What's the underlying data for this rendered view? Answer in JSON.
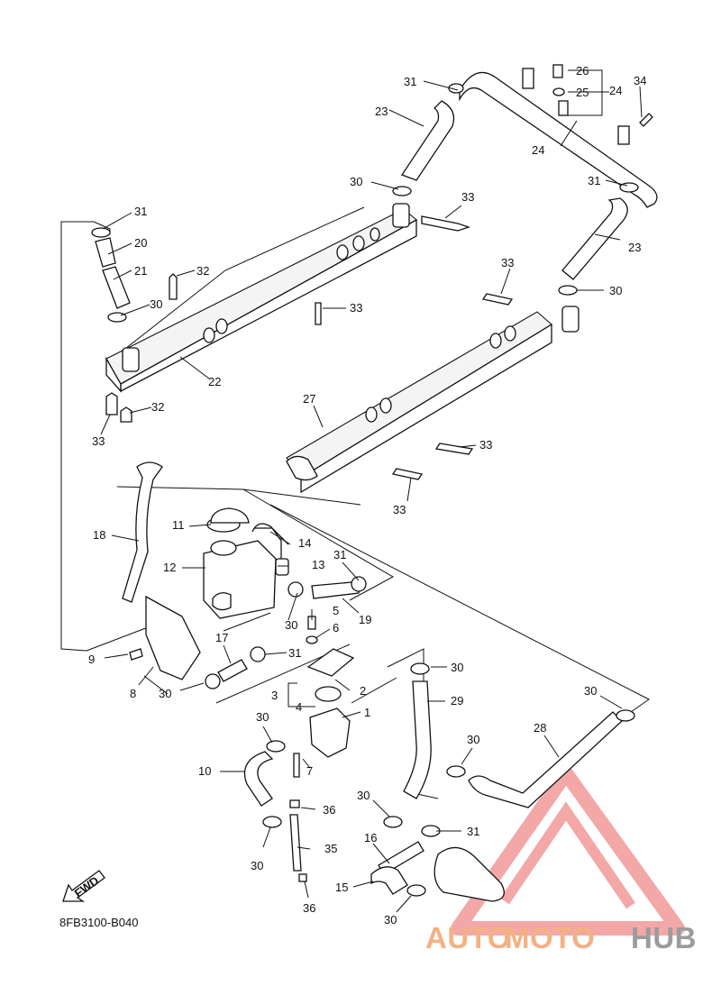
{
  "diagram": {
    "drawing_code": "8FB3100-B040",
    "fwd_label": "FWD",
    "watermark": {
      "part1": "AUTO",
      "part2": "MOTO",
      "part3": "HUB"
    },
    "callouts": [
      {
        "id": "c1",
        "text": "1"
      },
      {
        "id": "c2",
        "text": "2"
      },
      {
        "id": "c3",
        "text": "3"
      },
      {
        "id": "c4",
        "text": "4"
      },
      {
        "id": "c5",
        "text": "5"
      },
      {
        "id": "c6",
        "text": "6"
      },
      {
        "id": "c7",
        "text": "7"
      },
      {
        "id": "c8",
        "text": "8"
      },
      {
        "id": "c9",
        "text": "9"
      },
      {
        "id": "c10",
        "text": "10"
      },
      {
        "id": "c11",
        "text": "11"
      },
      {
        "id": "c12",
        "text": "12"
      },
      {
        "id": "c13",
        "text": "13"
      },
      {
        "id": "c14",
        "text": "14"
      },
      {
        "id": "c15",
        "text": "15"
      },
      {
        "id": "c16",
        "text": "16"
      },
      {
        "id": "c17",
        "text": "17"
      },
      {
        "id": "c18",
        "text": "18"
      },
      {
        "id": "c19",
        "text": "19"
      },
      {
        "id": "c20",
        "text": "20"
      },
      {
        "id": "c21",
        "text": "21"
      },
      {
        "id": "c22",
        "text": "22"
      },
      {
        "id": "c23a",
        "text": "23"
      },
      {
        "id": "c23b",
        "text": "23"
      },
      {
        "id": "c24a",
        "text": "24"
      },
      {
        "id": "c24b",
        "text": "24"
      },
      {
        "id": "c25",
        "text": "25"
      },
      {
        "id": "c26",
        "text": "26"
      },
      {
        "id": "c27",
        "text": "27"
      },
      {
        "id": "c28",
        "text": "28"
      },
      {
        "id": "c29",
        "text": "29"
      },
      {
        "id": "c30a",
        "text": "30"
      },
      {
        "id": "c30b",
        "text": "30"
      },
      {
        "id": "c30c",
        "text": "30"
      },
      {
        "id": "c30d",
        "text": "30"
      },
      {
        "id": "c30e",
        "text": "30"
      },
      {
        "id": "c30f",
        "text": "30"
      },
      {
        "id": "c30g",
        "text": "30"
      },
      {
        "id": "c30h",
        "text": "30"
      },
      {
        "id": "c30i",
        "text": "30"
      },
      {
        "id": "c30j",
        "text": "30"
      },
      {
        "id": "c30k",
        "text": "30"
      },
      {
        "id": "c30l",
        "text": "30"
      },
      {
        "id": "c30m",
        "text": "30"
      },
      {
        "id": "c31a",
        "text": "31"
      },
      {
        "id": "c31b",
        "text": "31"
      },
      {
        "id": "c31c",
        "text": "31"
      },
      {
        "id": "c31d",
        "text": "31"
      },
      {
        "id": "c31e",
        "text": "31"
      },
      {
        "id": "c31f",
        "text": "31"
      },
      {
        "id": "c32a",
        "text": "32"
      },
      {
        "id": "c32b",
        "text": "32"
      },
      {
        "id": "c33a",
        "text": "33"
      },
      {
        "id": "c33b",
        "text": "33"
      },
      {
        "id": "c33c",
        "text": "33"
      },
      {
        "id": "c33d",
        "text": "33"
      },
      {
        "id": "c33e",
        "text": "33"
      },
      {
        "id": "c33f",
        "text": "33"
      },
      {
        "id": "c34",
        "text": "34"
      },
      {
        "id": "c35",
        "text": "35"
      },
      {
        "id": "c36a",
        "text": "36"
      },
      {
        "id": "c36b",
        "text": "36"
      }
    ]
  },
  "colors": {
    "line": "#111111",
    "watermark_orange": "#f3b183",
    "watermark_gray": "#9c9c9c",
    "watermark_triangle": "#ef8a8a"
  }
}
